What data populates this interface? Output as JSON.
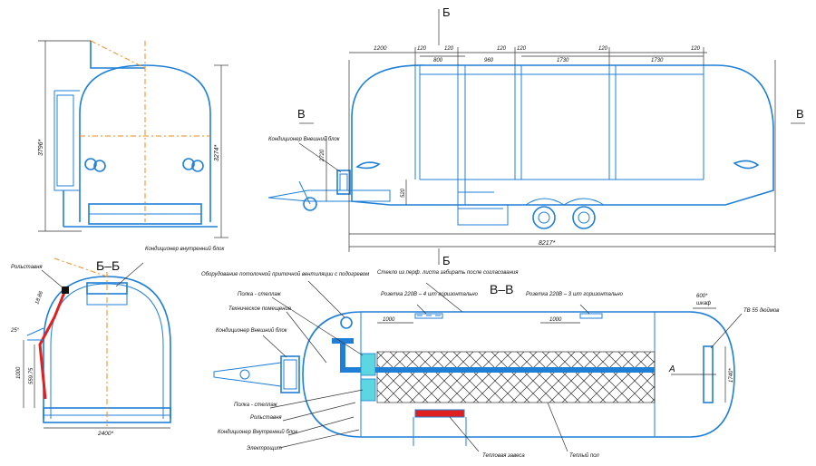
{
  "section_marks": {
    "b_top": "Б",
    "b_bottom": "Б",
    "v_left": "В",
    "v_right": "В",
    "a_arrow": "А"
  },
  "section_titles": {
    "bb": "Б–Б",
    "vv": "В–В"
  },
  "dimensions": {
    "front_height_outer": "3796*",
    "front_height_inner": "3274*",
    "side_top": [
      "1200",
      "120",
      "120",
      "800",
      "120",
      "960",
      "120",
      "1730",
      "120",
      "1730",
      "120"
    ],
    "side_total_length": "8217*",
    "side_height_left": "2720",
    "side_floor": "520",
    "bb_width": "2400*",
    "bb_left_1000": "1000",
    "bb_left_559": "559.75",
    "bb_angle": "25°",
    "bb_slope": "18.86",
    "plan_1000": "1000",
    "plan_1000b": "1000",
    "plan_600": "600*",
    "plan_600_sub": "шкаф",
    "plan_1740": "1740*",
    "plan_tv": "ТВ 55 дюймов"
  },
  "labels": {
    "rolstavnya_left": "Рольставня",
    "cond_internal_top": "Кондиционер внутренний блок",
    "cond_external_side": "Кондиционер Внешний блок",
    "ceiling_vent": "Оборудование потолочной приточной вентиляции с подогревом",
    "shelf_glass": "Полка - стеллаж",
    "tech_room": "Техническое помещение",
    "cond_external_plan": "Кондиционер Внешний блок",
    "shelf_glass2": "Полка - стеллаж",
    "rolstavnya_plan": "Рольставня",
    "cond_internal_plan": "Кондиционер Внутренний блок",
    "elec_panel": "Электрощит",
    "glass_sheet": "Стекло из перф. листа забирать после согласования",
    "socket_4": "Розетка 220В – 4 шт горизонтально",
    "socket_3": "Розетка 220В – 3 шт горизонтально",
    "heat_curtain": "Тепловая завеса",
    "warm_floor": "Теплый пол"
  }
}
